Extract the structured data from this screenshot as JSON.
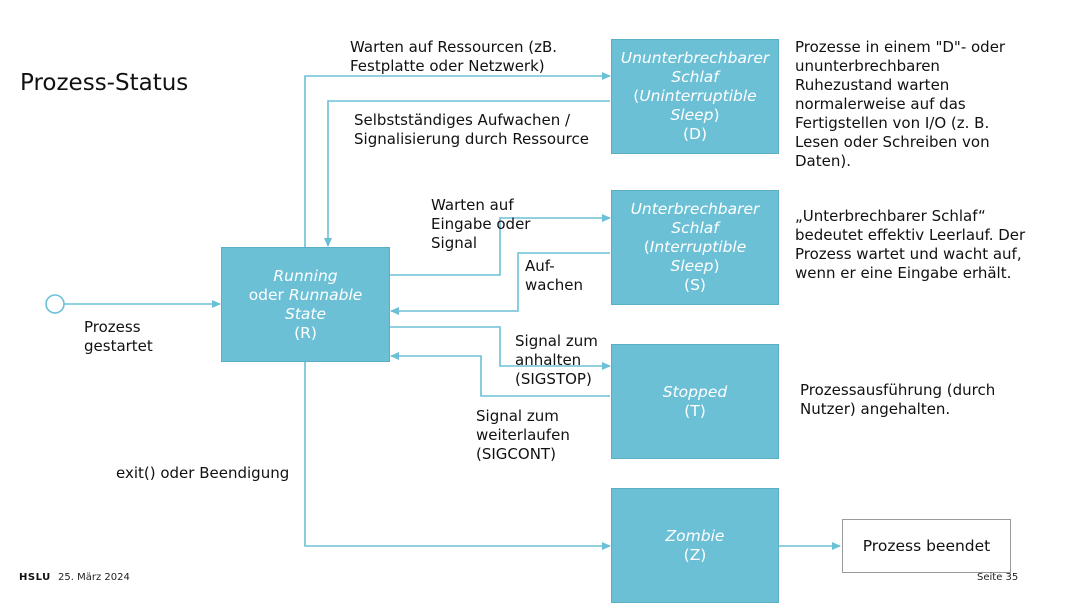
{
  "slide": {
    "title": "Prozess-Status",
    "footer_brand": "HSLU",
    "footer_date": "25. März 2024",
    "footer_page": "Seite 35"
  },
  "colors": {
    "box_fill": "#6cc0d6",
    "arrow": "#6cc0d6",
    "box_text": "#ffffff"
  },
  "states": {
    "running": {
      "line1": "Running",
      "line2_prefix": "oder ",
      "line2_italic": "Runnable",
      "line3": "State",
      "code": "(R)"
    },
    "uninterruptible": {
      "line1": "Ununterbrechbarer",
      "line2": "Schlaf",
      "line3_italic": "Uninterruptible",
      "line4_italic": "Sleep",
      "open_paren": "(",
      "close_paren": ")",
      "code": "(D)"
    },
    "interruptible": {
      "line1": "Unterbrechbarer",
      "line2": "Schlaf",
      "line3_italic": "Interruptible",
      "line4_italic": "Sleep",
      "open_paren": "(",
      "close_paren": ")",
      "code": "(S)"
    },
    "stopped": {
      "line1": "Stopped",
      "code": "(T)"
    },
    "zombie": {
      "line1": "Zombie",
      "code": "(Z)"
    },
    "ended": {
      "label": "Prozess beendet"
    }
  },
  "transitions": {
    "start": "Prozess gestartet",
    "wait_resources": "Warten auf Ressourcen (zB. Festplatte oder Netzwerk)",
    "wake_self": "Selbstständiges Aufwachen / Signalisierung durch Ressource",
    "wait_input": "Warten auf Eingabe oder Signal",
    "wake_up": "Auf- wachen",
    "sigstop": "Signal zum anhalten (SIGSTOP)",
    "sigcont": "Signal zum weiterlaufen (SIGCONT)",
    "exit": "exit() oder Beendigung"
  },
  "descriptions": {
    "uninterruptible": "Prozesse in einem \"D\"- oder ununterbrechbaren Ruhezustand warten normalerweise auf das Fertigstellen von I/O (z. B. Lesen oder Schreiben von Daten).",
    "interruptible": "„Unterbrechbarer Schlaf“ bedeutet effektiv Leerlauf. Der Prozess wartet und wacht auf, wenn er eine Eingabe erhält.",
    "stopped": "Prozessausführung (durch Nutzer) angehalten."
  }
}
